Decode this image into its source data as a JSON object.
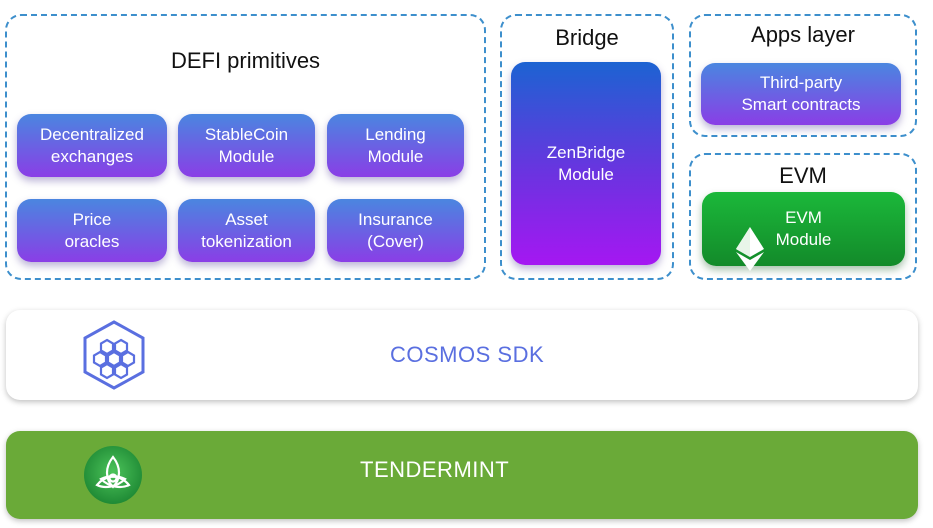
{
  "defi": {
    "title": "DEFI primitives",
    "modules": [
      "Decentralized\nexchanges",
      "StableCoin\nModule",
      "Lending\nModule",
      "Price\noracles",
      "Asset\ntokenization",
      "Insurance\n(Cover)"
    ]
  },
  "bridge": {
    "title": "Bridge",
    "module": "ZenBridge\nModule"
  },
  "apps": {
    "title": "Apps layer",
    "module": "Third-party\nSmart contracts"
  },
  "evm": {
    "title": "EVM",
    "module": "EVM\nModule"
  },
  "cosmos": {
    "label": "COSMOS SDK",
    "color": "#5a6fe0"
  },
  "tendermint": {
    "label": "TENDERMINT",
    "color": "#ffffff"
  },
  "icons": [
    "cosmos-hexagon-icon",
    "tendermint-logo-icon",
    "ethereum-icon"
  ]
}
